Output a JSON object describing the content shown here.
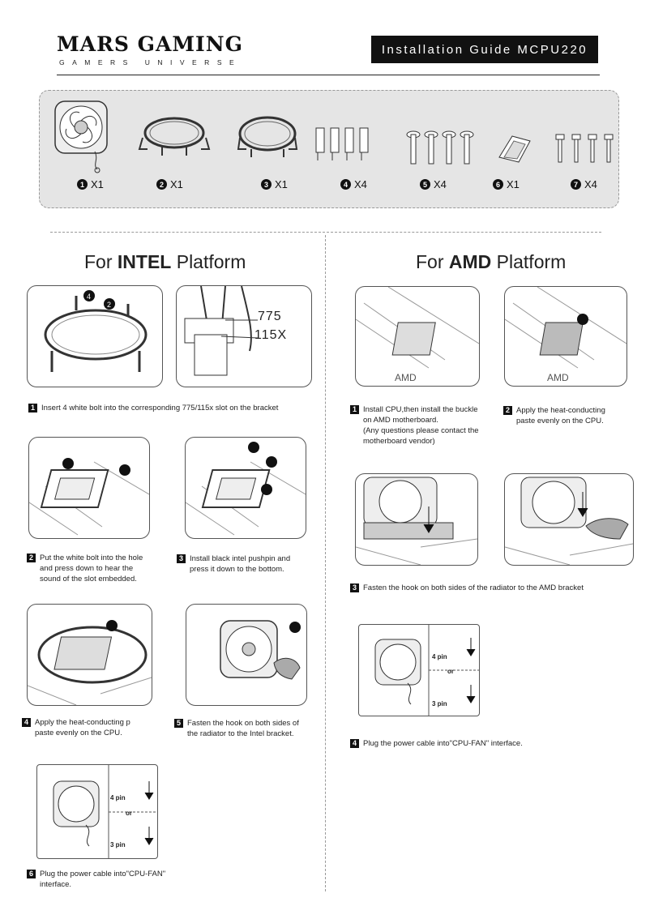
{
  "header": {
    "brand": "MARS GAMING",
    "tagline": "GAMERS UNIVERSE",
    "title": "Installation Guide MCPU220"
  },
  "parts": [
    {
      "num": "1",
      "qty": "X1",
      "icon": "fan-icon"
    },
    {
      "num": "2",
      "qty": "X1",
      "icon": "intel-bracket-icon"
    },
    {
      "num": "3",
      "qty": "X1",
      "icon": "amd-bracket-icon"
    },
    {
      "num": "4",
      "qty": "X4",
      "icon": "white-bolt-icon"
    },
    {
      "num": "5",
      "qty": "X4",
      "icon": "pushpin-icon"
    },
    {
      "num": "6",
      "qty": "X1",
      "icon": "thermal-paste-icon"
    },
    {
      "num": "7",
      "qty": "X4",
      "icon": "screw-icon"
    }
  ],
  "intel": {
    "heading_prefix": "For ",
    "heading_bold": "INTEL",
    "heading_suffix": " Platform",
    "socket_labels": [
      "775",
      "115X"
    ],
    "steps": [
      {
        "num": "1",
        "text": "Insert 4 white bolt into the corresponding 775/115x slot on the bracket"
      },
      {
        "num": "2",
        "text": "Put the white bolt into the hole\nand press down to hear the\nsound of the slot embedded."
      },
      {
        "num": "3",
        "text": "Install black intel pushpin and\npress it down to the bottom."
      },
      {
        "num": "4",
        "text": "Apply the heat-conducting p\npaste evenly on the CPU."
      },
      {
        "num": "5",
        "text": "Fasten the hook on both sides of\nthe radiator to the Intel bracket."
      },
      {
        "num": "6",
        "text": "Plug the power cable into\"CPU-FAN\"\ninterface."
      }
    ]
  },
  "amd": {
    "heading_prefix": "For ",
    "heading_bold": "AMD",
    "heading_suffix": " Platform",
    "board_label": "AMD",
    "steps": [
      {
        "num": "1",
        "text": "Install CPU,then install the buckle\non AMD motherboard.\n(Any questions please contact the\nmotherboard vendor)"
      },
      {
        "num": "2",
        "text": "Apply the heat-conducting\npaste evenly on the CPU."
      },
      {
        "num": "3",
        "text": "Fasten the hook on both sides of the radiator to the AMD bracket"
      },
      {
        "num": "4",
        "text": "Plug the power cable into\"CPU-FAN\" interface."
      }
    ]
  },
  "connector": {
    "pin4": "4 pin",
    "or": "or",
    "pin3": "3 pin"
  }
}
